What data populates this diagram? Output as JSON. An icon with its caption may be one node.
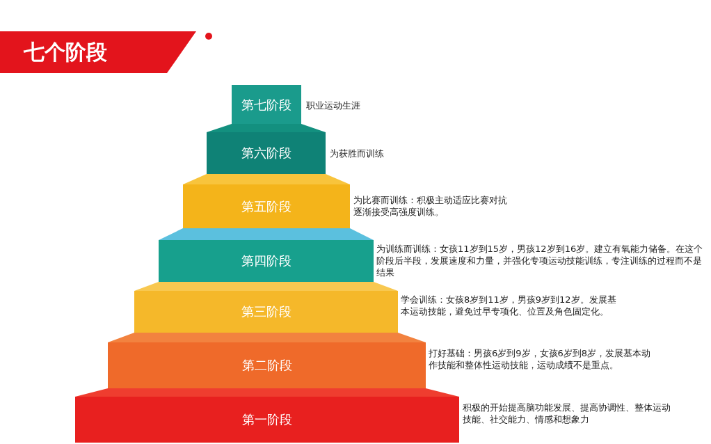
{
  "diagram": {
    "title": "七个阶段",
    "nodes": [
      {
        "text": [
          "第七阶段"
        ],
        "beside": [
          "职业运动生涯"
        ]
      },
      {
        "text": [
          "第六阶段"
        ],
        "beside": [
          "为获胜而训练"
        ]
      },
      {
        "text": [
          "第五阶段"
        ],
        "beside": [
          "为比赛而训练：积极主动适应比赛对抗逐渐接受高强度训练。"
        ]
      },
      {
        "text": [
          "第四阶段"
        ],
        "beside": [
          "为训练而训练：女孩11岁到15岁，男孩12岁到16岁。建立有氧能力储备。在这个阶段后半段，发展速度和力量，并强化专项运动技能训练，专注训练的过程而不是结果"
        ]
      },
      {
        "text": [
          "第三阶段"
        ],
        "beside": [
          "学会训练：女孩8岁到11岁，男孩9岁到12岁。发展基本运动技能，避免过早专项化、位置及角色固定化。"
        ]
      },
      {
        "text": [
          "第二阶段"
        ],
        "beside": [
          "打好基础：男孩6岁到9岁，女孩6岁到8岁，发展基本动作技能和整体性运动技能，运动成绩不是重点。"
        ]
      },
      {
        "text": [
          "第一阶段"
        ],
        "beside": [
          "积极的开始提高脑功能发展、提高协调性、整体运动技能、社交能力、情感和想象力"
        ]
      }
    ]
  }
}
